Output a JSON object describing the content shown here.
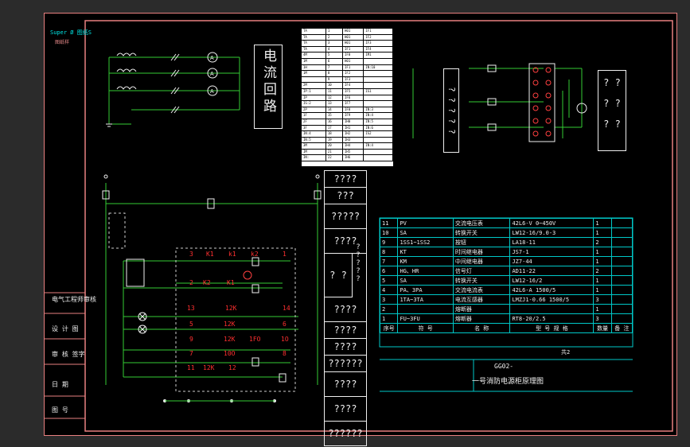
{
  "titleblock": {
    "logo_line1": "Super Ø 图纸S",
    "logo_line2": "图纸样",
    "rows": [
      "电气工程师审核",
      "设 计 图",
      "审 核 签字",
      "日 期",
      "图 号"
    ]
  },
  "current_loop_title": "电流回路",
  "legend_table": [
    [
      "TA",
      "1",
      "H01",
      "IF1"
    ],
    [
      "TA",
      "2",
      "H01",
      "IF2"
    ],
    [
      "TA",
      "3",
      "H01",
      "IF3"
    ],
    [
      "TA",
      "4",
      "IF1",
      "IF4"
    ],
    [
      "4M",
      "5",
      "IF0",
      "IM1"
    ],
    [
      "1M",
      "6",
      "H01",
      ""
    ],
    [
      "1H",
      "7",
      "IF1",
      "IN:10"
    ],
    [
      "1M",
      "8",
      "IF2",
      ""
    ],
    [
      "",
      "9",
      "IF3",
      ""
    ],
    [
      "2M",
      "10",
      "IF4",
      ""
    ],
    [
      "IP:1",
      "11",
      "IF5",
      "IS1"
    ],
    [
      "IP",
      "12",
      "IF6",
      ""
    ],
    [
      "IS:2",
      "13",
      "IF7",
      ""
    ],
    [
      "2P",
      "14",
      "IF8",
      "IN:3"
    ],
    [
      "1F",
      "15",
      "IF9",
      "IN:4"
    ],
    [
      "2F",
      "16",
      "IH0",
      "IN:5"
    ],
    [
      "3F",
      "17",
      "IH1",
      "IN:6"
    ],
    [
      "IN:4",
      "18",
      "IH2",
      "IS2"
    ],
    [
      "IN:5",
      "19",
      "IH3",
      ""
    ],
    [
      "3M",
      "20",
      "IH4",
      "IN:4"
    ],
    [
      "IM",
      "21",
      "IH5",
      ""
    ],
    [
      "IN:",
      "22",
      "IH6",
      ""
    ]
  ],
  "question_marks": {
    "left_vertical": "? ? ? ? ?",
    "right_cols": [
      "? ?",
      "? ?",
      "? ?"
    ],
    "column_cells": [
      "????",
      "???",
      "?????",
      "????",
      "? ?",
      "????",
      "????",
      "????",
      "??????",
      "????",
      "????",
      "??????"
    ],
    "mini_right": [
      "?",
      "?",
      "?",
      "?",
      "?"
    ]
  },
  "control_labels": {
    "n3": "3",
    "k1a": "K1",
    "k1b": "k1",
    "k2": "k2",
    "n1": "1",
    "n2": "2",
    "k2b": "K2",
    "k1c": "K1",
    "n13": "13",
    "k12a": "12K",
    "n14": "14",
    "n5": "5",
    "k12b": "12K",
    "n6": "6",
    "n9": "9",
    "k12c": "12K",
    "k1fo": "1FO",
    "n10": "1O",
    "n7": "7",
    "k10o": "10O",
    "n8": "8",
    "n11": "11",
    "k12d": "12K",
    "n12": "12"
  },
  "parts_table": {
    "rows": [
      [
        "11",
        "PV",
        "交流电压表",
        "42L6-V 0~450V",
        "1",
        ""
      ],
      [
        "10",
        "SA",
        "转换开关",
        "LW12-16/9.0-3",
        "1",
        ""
      ],
      [
        "9",
        "1SS1~1SS2",
        "按钮",
        "LA18-11",
        "2",
        ""
      ],
      [
        "8",
        "KT",
        "时间继电器",
        "JS7-1",
        "1",
        ""
      ],
      [
        "7",
        "KM",
        "中间继电器",
        "JZ7-44",
        "1",
        ""
      ],
      [
        "6",
        "HG、HR",
        "信号灯",
        "AD11-22",
        "2",
        ""
      ],
      [
        "5",
        "SA",
        "转换开关",
        "LW12-16/2",
        "1",
        ""
      ],
      [
        "4",
        "PA、3PA",
        "交流电流表",
        "42L6-A 1500/5",
        "1",
        ""
      ],
      [
        "3",
        "1TA~3TA",
        "电流互感器",
        "LMZJ1-0.66 1500/5",
        "3",
        ""
      ],
      [
        "2",
        "",
        "熔断器",
        "",
        "1",
        ""
      ],
      [
        "1",
        "FU~3FU",
        "熔断器",
        "RT8-20/2.5",
        "3",
        ""
      ]
    ],
    "header": [
      "序号",
      "符 号",
      "名 称",
      "型 号 规 格",
      "数量",
      "备 注"
    ],
    "page": "共2"
  },
  "drawing_no": "GG02-",
  "drawing_title": "一号消防电源柜原理图",
  "colors": {
    "frame": "#e88080",
    "wire": "#33cc33",
    "contact": "#f0f0f0",
    "label_red": "#ff3030",
    "cyan": "#00d8d8"
  }
}
